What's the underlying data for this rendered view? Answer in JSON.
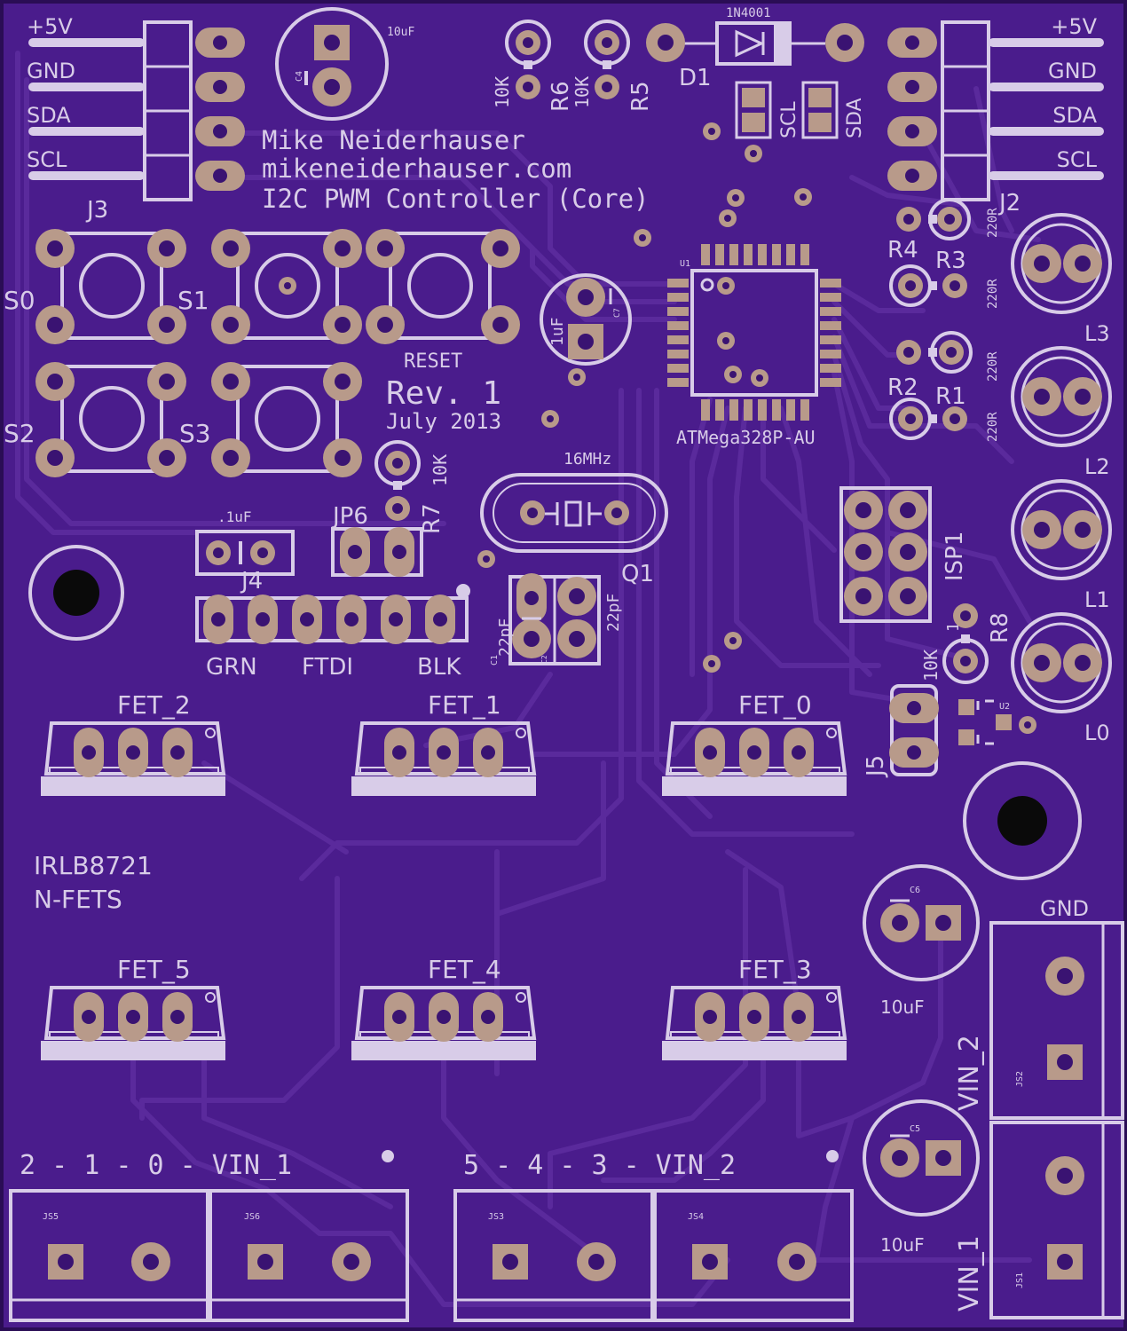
{
  "colors": {
    "board": "#4a1c8c",
    "border": "#2a0d55",
    "trace": "#5a2a9c",
    "silk": "#d8cce8",
    "pad": "#b89a8a",
    "pad_dark": "#a08070",
    "hole": "#0a0a0a"
  },
  "author": {
    "name": "Mike Neiderhauser",
    "site": "mikeneiderhauser.com",
    "project": "I2C PWM Controller (Core)"
  },
  "revision": {
    "rev": "Rev. 1",
    "date": "July 2013"
  },
  "headers": {
    "left_pins": [
      "+5V",
      "GND",
      "SDA",
      "SCL"
    ],
    "right_pins": [
      "+5V",
      "GND",
      "SDA",
      "SCL"
    ],
    "left_ref": "J3",
    "right_ref": "J2"
  },
  "buttons": {
    "s0": "S0",
    "s1": "S1",
    "s2": "S2",
    "s3": "S3",
    "reset": "RESET"
  },
  "components": {
    "c4_value": "10uF",
    "c4_ref": "C4",
    "r6_value": "10K",
    "r6_ref": "R6",
    "r5_value": "10K",
    "r5_ref": "R5",
    "d1_value": "1N4001",
    "d1_ref": "D1",
    "scl_jumper": "SCL",
    "sda_jumper": "SDA",
    "c7_value": "1uF",
    "c7_ref": "C7",
    "u1_ref": "U1",
    "u1_value": "ATMega328P-AU",
    "r4_ref": "R4",
    "r3_ref": "R3",
    "r2_ref": "R2",
    "r1_ref": "R1",
    "r_value": "220R",
    "l3": "L3",
    "l2": "L2",
    "l1": "L1",
    "l0": "L0",
    "r7_value": "10K",
    "r7_ref": "R7",
    "xtal_value": "16MHz",
    "xtal_ref": "Q1",
    "c1_ref": "C1",
    "c2_ref": "C2",
    "cap_22": "22pF",
    "j4_value": ".1uF",
    "j4_ref": "J4",
    "jp6_ref": "JP6",
    "isp_ref": "ISP1",
    "isp_pin1": "1",
    "r8_value": "10K",
    "r8_ref": "R8",
    "u2_ref": "U2",
    "j5_ref": "J5",
    "ftdi_grn": "GRN",
    "ftdi_label": "FTDI",
    "ftdi_blk": "BLK",
    "c6_ref": "C6",
    "c6_value": "10uF",
    "c5_ref": "C5",
    "c5_value": "10uF"
  },
  "fets": {
    "fet0": "FET_0",
    "fet1": "FET_1",
    "fet2": "FET_2",
    "fet3": "FET_3",
    "fet4": "FET_4",
    "fet5": "FET_5",
    "part_line1": "IRLB8721",
    "part_line2": "N-FETS"
  },
  "terminals": {
    "group1": "2 - 1 - 0 - VIN_1",
    "group2": "5 - 4 - 3 - VIN_2",
    "js5": "JS5",
    "js6": "JS6",
    "js3": "JS3",
    "js4": "JS4",
    "js2": "JS2",
    "js1": "JS1",
    "gnd": "GND",
    "vin2": "VIN_2",
    "vin1": "VIN_1"
  }
}
